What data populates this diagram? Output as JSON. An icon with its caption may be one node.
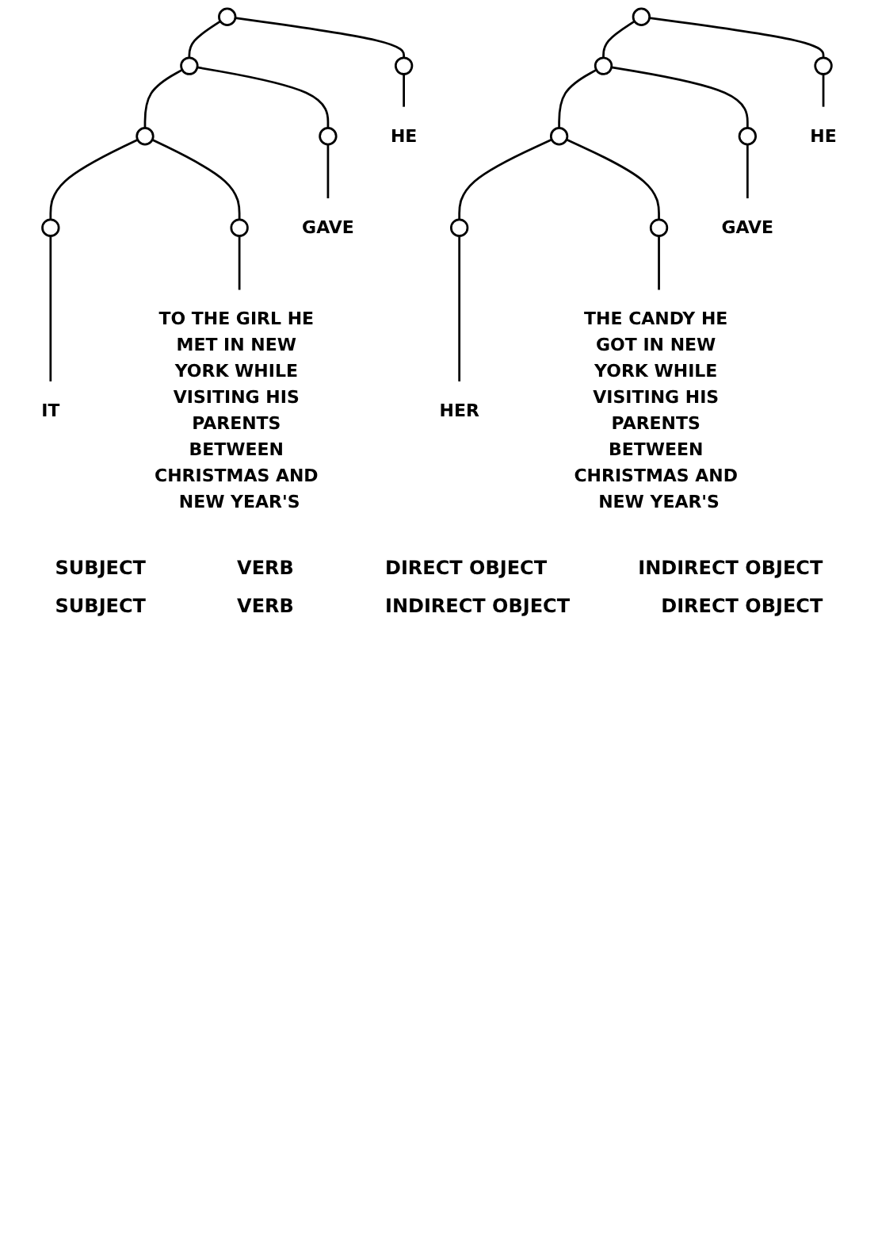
{
  "diagram": {
    "nodes": [
      {
        "text": [],
        "shape": "circle"
      },
      {
        "text": [],
        "shape": "circle"
      },
      {
        "text": [],
        "shape": "circle"
      },
      {
        "text": [],
        "shape": "circle"
      },
      {
        "text": [],
        "shape": "circle"
      },
      {
        "text": [],
        "shape": "circle"
      },
      {
        "text": [],
        "shape": "circle"
      },
      {
        "text": [
          "HE"
        ]
      },
      {
        "text": [
          "GAVE"
        ]
      },
      {
        "text": [
          "IT"
        ]
      },
      {
        "text": [
          "TO THE GIRL HE MET IN NEW YORK WHILE VISITING HIS PARENTS BETWEEN CHRISTMAS AND NEW YEAR'S"
        ]
      },
      {
        "text": [],
        "shape": "circle"
      },
      {
        "text": [],
        "shape": "circle"
      },
      {
        "text": [],
        "shape": "circle"
      },
      {
        "text": [],
        "shape": "circle"
      },
      {
        "text": [],
        "shape": "circle"
      },
      {
        "text": [],
        "shape": "circle"
      },
      {
        "text": [],
        "shape": "circle"
      },
      {
        "text": [
          "HE"
        ]
      },
      {
        "text": [
          "GAVE"
        ]
      },
      {
        "text": [
          "HER"
        ]
      },
      {
        "text": [
          "THE CANDY HE GOT IN NEW YORK WHILE VISITING HIS PARENTS BETWEEN CHRISTMAS AND NEW YEAR'S"
        ]
      }
    ],
    "edges": [
      {
        "from": 0,
        "to": 3,
        "arrow": "none"
      },
      {
        "from": 0,
        "to": 1,
        "arrow": "none"
      },
      {
        "from": 1,
        "to": 4,
        "arrow": "none"
      },
      {
        "from": 1,
        "to": 2,
        "arrow": "none"
      },
      {
        "from": 2,
        "to": 5,
        "arrow": "none"
      },
      {
        "from": 2,
        "to": 6,
        "arrow": "none"
      },
      {
        "from": 3,
        "to": 7,
        "arrow": "none"
      },
      {
        "from": 4,
        "to": 8,
        "arrow": "none"
      },
      {
        "from": 5,
        "to": 9,
        "arrow": "none"
      },
      {
        "from": 6,
        "to": 10,
        "arrow": "none"
      },
      {
        "from": 11,
        "to": 14,
        "arrow": "none"
      },
      {
        "from": 11,
        "to": 12,
        "arrow": "none"
      },
      {
        "from": 12,
        "to": 15,
        "arrow": "none"
      },
      {
        "from": 12,
        "to": 13,
        "arrow": "none"
      },
      {
        "from": 13,
        "to": 16,
        "arrow": "none"
      },
      {
        "from": 13,
        "to": 17,
        "arrow": "none"
      },
      {
        "from": 14,
        "to": 18,
        "arrow": "none"
      },
      {
        "from": 15,
        "to": 19,
        "arrow": "none"
      },
      {
        "from": 16,
        "to": 20,
        "arrow": "none"
      },
      {
        "from": 17,
        "to": 21,
        "arrow": "none"
      }
    ],
    "labels": [
      "SUBJECT",
      "VERB",
      "DIRECT OBJECT",
      "INDIRECT OBJECT",
      "SUBJECT",
      "VERB",
      "INDIRECT OBJECT",
      "DIRECT OBJECT"
    ]
  }
}
